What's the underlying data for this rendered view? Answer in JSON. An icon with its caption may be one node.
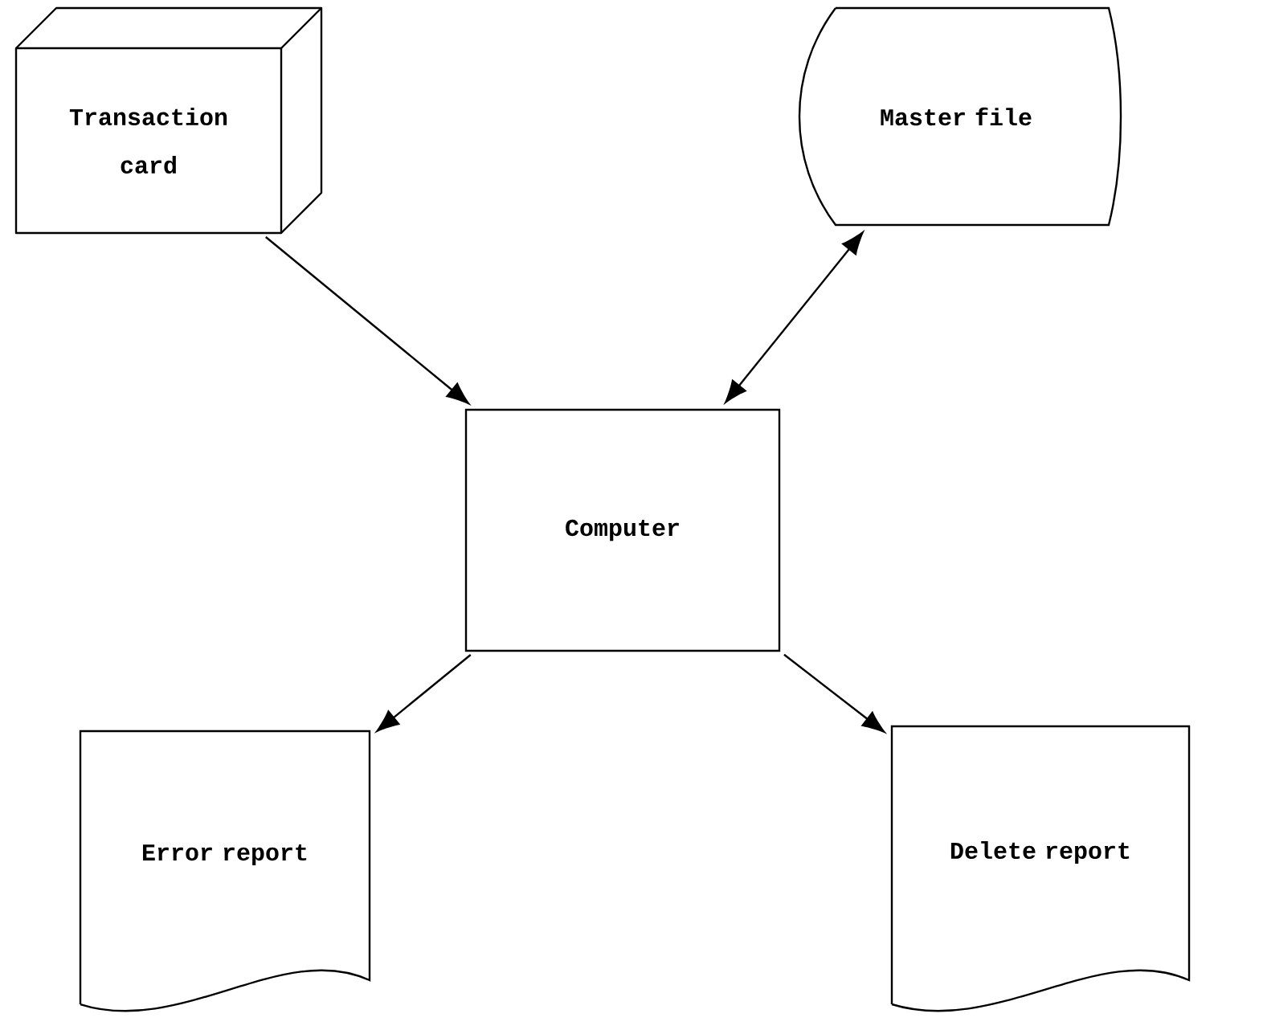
{
  "diagram": {
    "nodes": [
      {
        "text": [
          "Transaction card"
        ]
      },
      {
        "text": [
          "Master file"
        ]
      },
      {
        "text": [
          "Computer"
        ]
      },
      {
        "text": [
          "Error report"
        ]
      },
      {
        "text": [
          "Delete report"
        ]
      }
    ],
    "edges": [
      {
        "from": 0,
        "to": 2,
        "arrow": "to"
      },
      {
        "from": 1,
        "to": 2,
        "arrow": "both"
      },
      {
        "from": 2,
        "to": 3,
        "arrow": "to"
      },
      {
        "from": 2,
        "to": 4,
        "arrow": "to"
      }
    ]
  }
}
